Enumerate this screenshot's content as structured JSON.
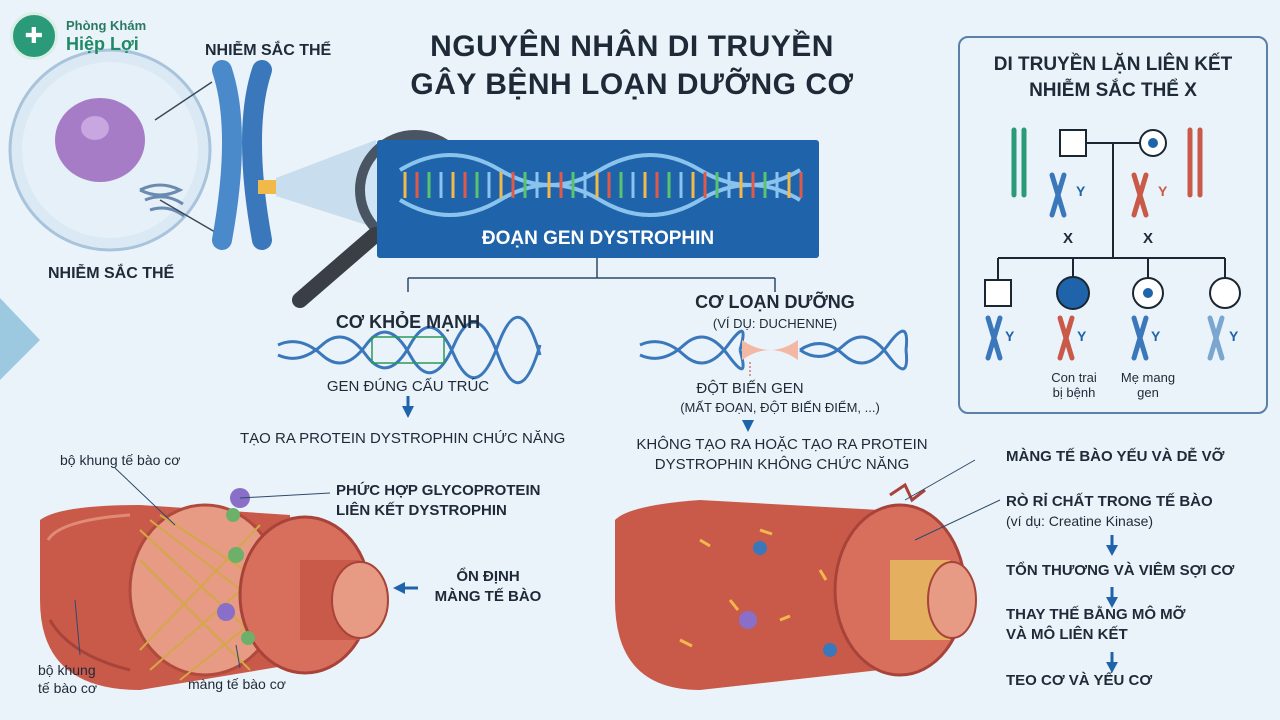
{
  "brand": {
    "line1": "Phòng Khám",
    "line2": "Hiệp Lợi"
  },
  "title": {
    "line1": "NGUYÊN NHÂN DI TRUYỀN",
    "line2": "GÂY BỆNH LOẠN DƯỠNG CƠ"
  },
  "cell": {
    "chromosome_label_top": "NHIỄM SẮC THỂ",
    "chromosome_label_bottom": "NHIỄM SẮC THỂ"
  },
  "gene": {
    "label": "ĐOẠN GEN DYSTROPHIN"
  },
  "healthy": {
    "title": "CƠ KHỎE MẠNH",
    "gene_label": "GEN ĐÚNG CẤU TRÚC",
    "result": "TẠO RA PROTEIN DYSTROPHIN CHỨC NĂNG",
    "muscle_labels": {
      "cytoskeleton_top": "bộ khung tế bào cơ",
      "complex_line1": "PHỨC HỢP GLYCOPROTEIN",
      "complex_line2": "LIÊN KẾT DYSTROPHIN",
      "stable_line1": "ỔN ĐỊNH",
      "stable_line2": "MÀNG TẾ BÀO",
      "cytoskeleton_bottom_line1": "bộ khung",
      "cytoskeleton_bottom_line2": "tế bào cơ",
      "membrane": "màng tế bào cơ"
    }
  },
  "disease": {
    "title": "CƠ LOẠN DƯỠNG",
    "subtitle": "(VÍ DỤ: DUCHENNE)",
    "mutation_line1": "ĐỘT BIẾN GEN",
    "mutation_line2": "(MẤT ĐOẠN, ĐỘT BIẾN ĐIỂM, ...)",
    "result_line1": "KHÔNG TẠO RA HOẶC TẠO RA PROTEIN",
    "result_line2": "DYSTROPHIN KHÔNG CHỨC NĂNG",
    "steps": {
      "s1": "MÀNG TẾ BÀO YẾU VÀ DỄ VỠ",
      "s2": "RÒ RỈ CHẤT TRONG TẾ BÀO",
      "s2_note": "(ví dụ: Creatine Kinase)",
      "s3": "TỔN THƯƠNG VÀ VIÊM SỢI CƠ",
      "s4_line1": "THAY THẾ BẰNG MÔ MỠ",
      "s4_line2": "VÀ MÔ LIÊN KẾT",
      "s5": "TEO CƠ VÀ YẾU CƠ"
    }
  },
  "pedigree": {
    "title_line1": "DI TRUYỀN LẶN LIÊN KẾT",
    "title_line2": "NHIỄM SẮC THỂ X",
    "x_label": "X",
    "y_label": "Y",
    "affected_son_line1": "Con trai",
    "affected_son_line2": "bị bệnh",
    "carrier_mother_line1": "Mẹ mang",
    "carrier_mother_line2": "gen"
  },
  "colors": {
    "muscle": "#c95a4a",
    "muscle_light": "#e79a84",
    "gene_box": "#1f64aa",
    "accent_blue": "#1f64aa",
    "brand_green": "#2a9a78",
    "cell_purple": "#9d6fc0"
  }
}
